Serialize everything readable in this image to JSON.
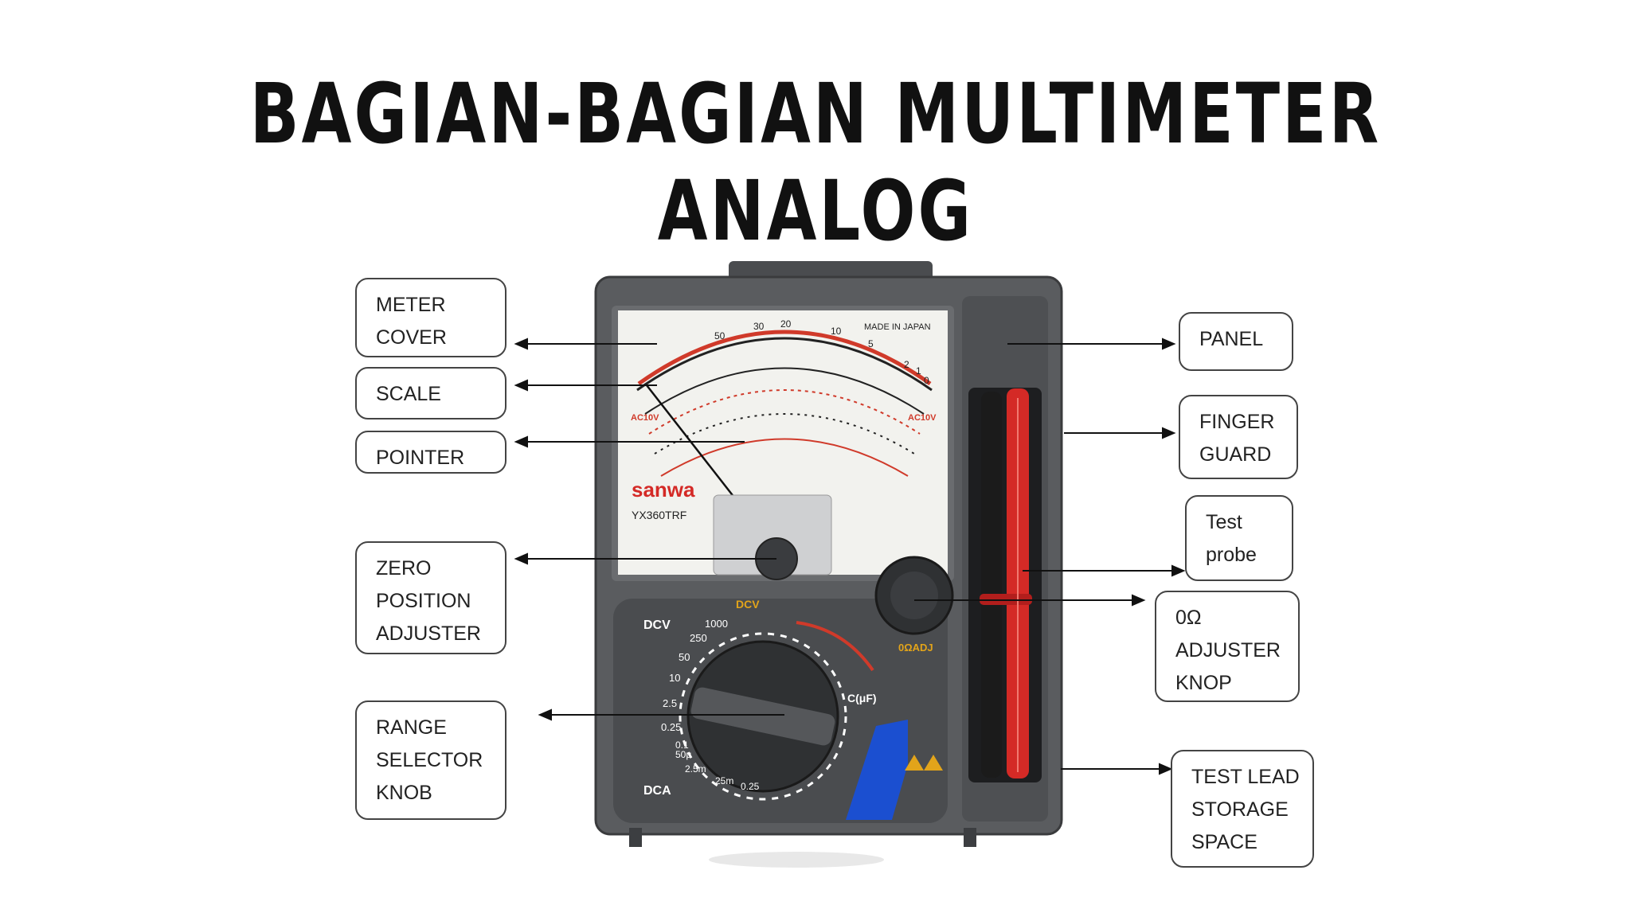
{
  "title": "BAGIAN-BAGIAN MULTIMETER ANALOG",
  "labels_left": {
    "meter_cover": "METER\nCOVER",
    "scale": "SCALE",
    "pointer": "POINTER",
    "zero_position_adjuster": "ZERO\nPOSITION\nADJUSTER",
    "range_selector_knob": "RANGE\nSELECTOR\nKNOB"
  },
  "labels_right": {
    "panel": "PANEL",
    "finger_guard": "FINGER\nGUARD",
    "test_probe": "Test\nprobe",
    "ohm_adjuster_knop": "0Ω\nADJUSTER\nKNOP",
    "test_lead_storage_space": "TEST LEAD\nSTORAGE\nSPACE"
  },
  "device": {
    "brand": "sanwa",
    "model": "YX360TRF",
    "made_in": "MADE IN JAPAN",
    "dcv_label": "DCV",
    "dca_label": "DCA",
    "dcv_top": "DCV",
    "ohm_adj": "0ΩADJ",
    "cap_label": "C(μF)",
    "ac10v_left": "AC10V",
    "ac10v_right": "AC10V",
    "dcv_marks": [
      "1000",
      "250",
      "50",
      "10",
      "2.5",
      "0.25"
    ],
    "dca_marks": [
      "0.1",
      "50μ",
      "2.5m",
      "25m",
      "0.25"
    ],
    "scale_numbers": [
      "50",
      "30",
      "20",
      "10",
      "5",
      "2",
      "1",
      "0"
    ],
    "colors": {
      "body": "#5a5c5f",
      "body_dark": "#3c3e41",
      "dial_face": "#f2f2ee",
      "scale_red": "#d03a2a",
      "probe_red": "#d42a26",
      "probe_black": "#1b1b1b",
      "knob": "#2f3133",
      "highlight_blue": "#1b4fd0",
      "accent_yellow": "#e2a41a"
    }
  }
}
